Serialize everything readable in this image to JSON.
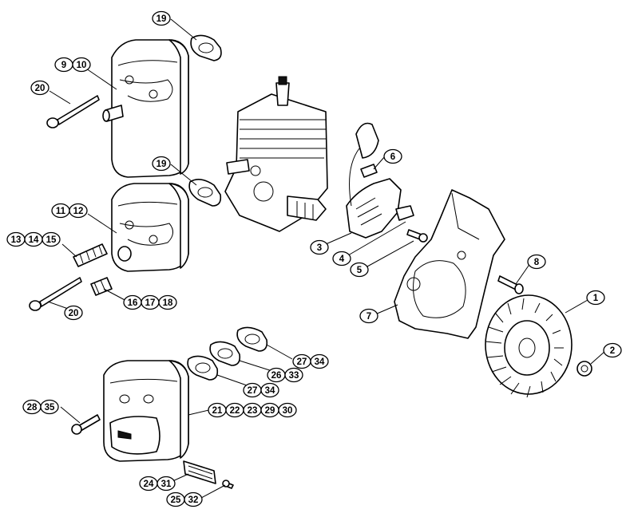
{
  "callouts": [
    {
      "id": "c1",
      "labels": [
        "19"
      ]
    },
    {
      "id": "c2",
      "labels": [
        "9",
        "10"
      ]
    },
    {
      "id": "c3",
      "labels": [
        "20"
      ]
    },
    {
      "id": "c4",
      "labels": [
        "19"
      ]
    },
    {
      "id": "c5",
      "labels": [
        "11",
        "12"
      ]
    },
    {
      "id": "c6",
      "labels": [
        "13",
        "14",
        "15"
      ]
    },
    {
      "id": "c7",
      "labels": [
        "20"
      ]
    },
    {
      "id": "c8",
      "labels": [
        "16",
        "17",
        "18"
      ]
    },
    {
      "id": "c9",
      "labels": [
        "6"
      ]
    },
    {
      "id": "c10",
      "labels": [
        "3"
      ]
    },
    {
      "id": "c11",
      "labels": [
        "4"
      ]
    },
    {
      "id": "c12",
      "labels": [
        "5"
      ]
    },
    {
      "id": "c13",
      "labels": [
        "8"
      ]
    },
    {
      "id": "c14",
      "labels": [
        "1"
      ]
    },
    {
      "id": "c15",
      "labels": [
        "2"
      ]
    },
    {
      "id": "c16",
      "labels": [
        "7"
      ]
    },
    {
      "id": "c17",
      "labels": [
        "27",
        "34"
      ]
    },
    {
      "id": "c18",
      "labels": [
        "26",
        "33"
      ]
    },
    {
      "id": "c19",
      "labels": [
        "27",
        "34"
      ]
    },
    {
      "id": "c20",
      "labels": [
        "28",
        "35"
      ]
    },
    {
      "id": "c21",
      "labels": [
        "21",
        "22",
        "23",
        "29",
        "30"
      ]
    },
    {
      "id": "c22",
      "labels": [
        "24",
        "31"
      ]
    },
    {
      "id": "c23",
      "labels": [
        "25",
        "32"
      ]
    }
  ]
}
